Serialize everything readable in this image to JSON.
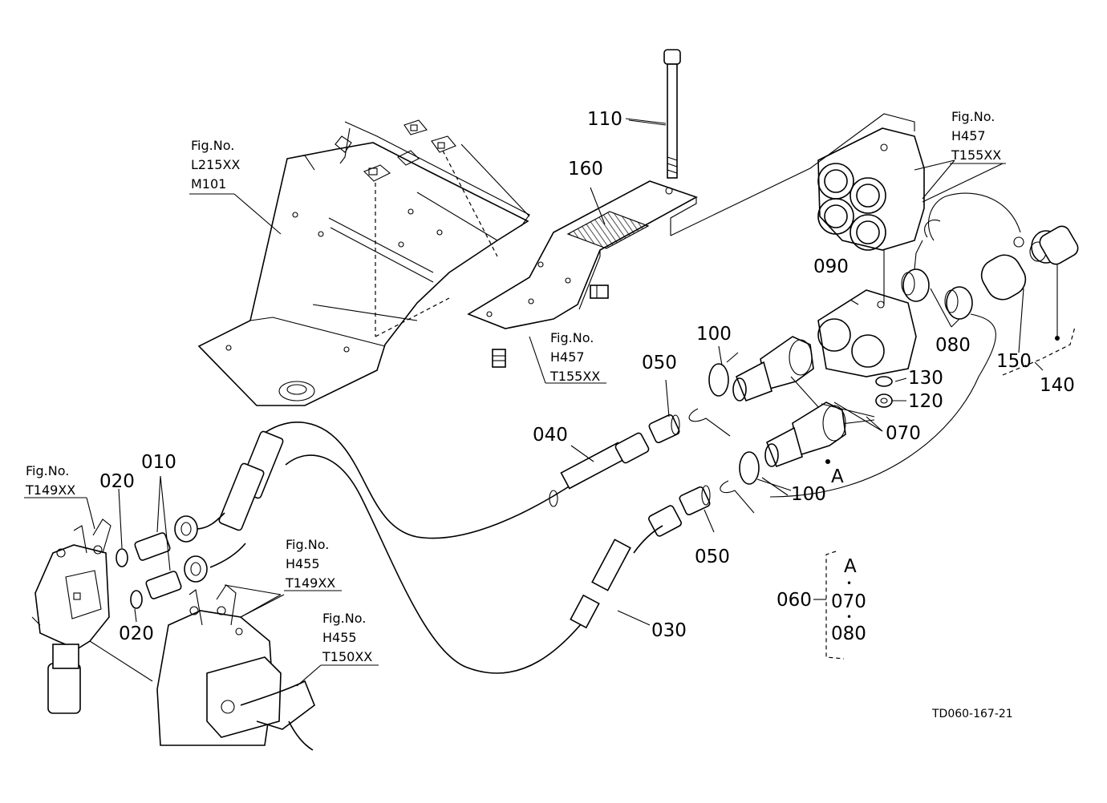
{
  "part_numbers": {
    "p010": "010",
    "p020a": "020",
    "p020b": "020",
    "p030": "030",
    "p040": "040",
    "p050a": "050",
    "p050b": "050",
    "p060": "060",
    "p070": "070",
    "p080": "080",
    "p090": "090",
    "p100a": "100",
    "p100b": "100",
    "p110": "110",
    "p120": "120",
    "p130": "130",
    "p140": "140",
    "p150": "150",
    "p160": "160"
  },
  "fig_refs": {
    "l215": {
      "line1": "Fig.No.",
      "line2": "L215XX",
      "line3": "M101"
    },
    "h457_top": {
      "line1": "Fig.No.",
      "line2": "H457",
      "line3": "T155XX"
    },
    "h457_mid": {
      "line1": "Fig.No.",
      "line2": "H457",
      "line3": "T155XX"
    },
    "t149": {
      "line1": "Fig.No.",
      "line2": "T149XX"
    },
    "h455_149": {
      "line1": "Fig.No.",
      "line2": "H455",
      "line3": "T149XX"
    },
    "h455_150": {
      "line1": "Fig.No.",
      "line2": "H455",
      "line3": "T150XX"
    }
  },
  "marker_a": "A",
  "kit_legend": {
    "title": "A",
    "item1": "070",
    "item2": "080",
    "dot": "•"
  },
  "drawing_code": "TD060-167-21"
}
